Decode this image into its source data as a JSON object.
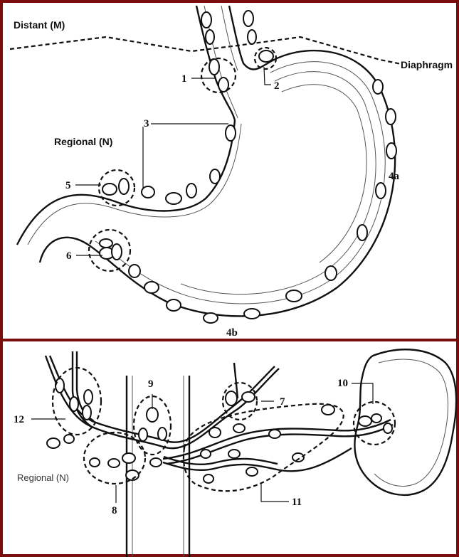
{
  "top_panel": {
    "distant_label": "Distant (M)",
    "diaphragm_label": "Diaphragm",
    "regional_label": "Regional (N)",
    "node_labels": [
      "1",
      "2",
      "3",
      "4a",
      "4b",
      "5",
      "6"
    ]
  },
  "bottom_panel": {
    "regional_label": "Regional (N)",
    "node_labels": [
      "7",
      "8",
      "9",
      "10",
      "11",
      "12"
    ]
  },
  "colors": {
    "frame": "#7a0c0c",
    "ink": "#111111"
  }
}
